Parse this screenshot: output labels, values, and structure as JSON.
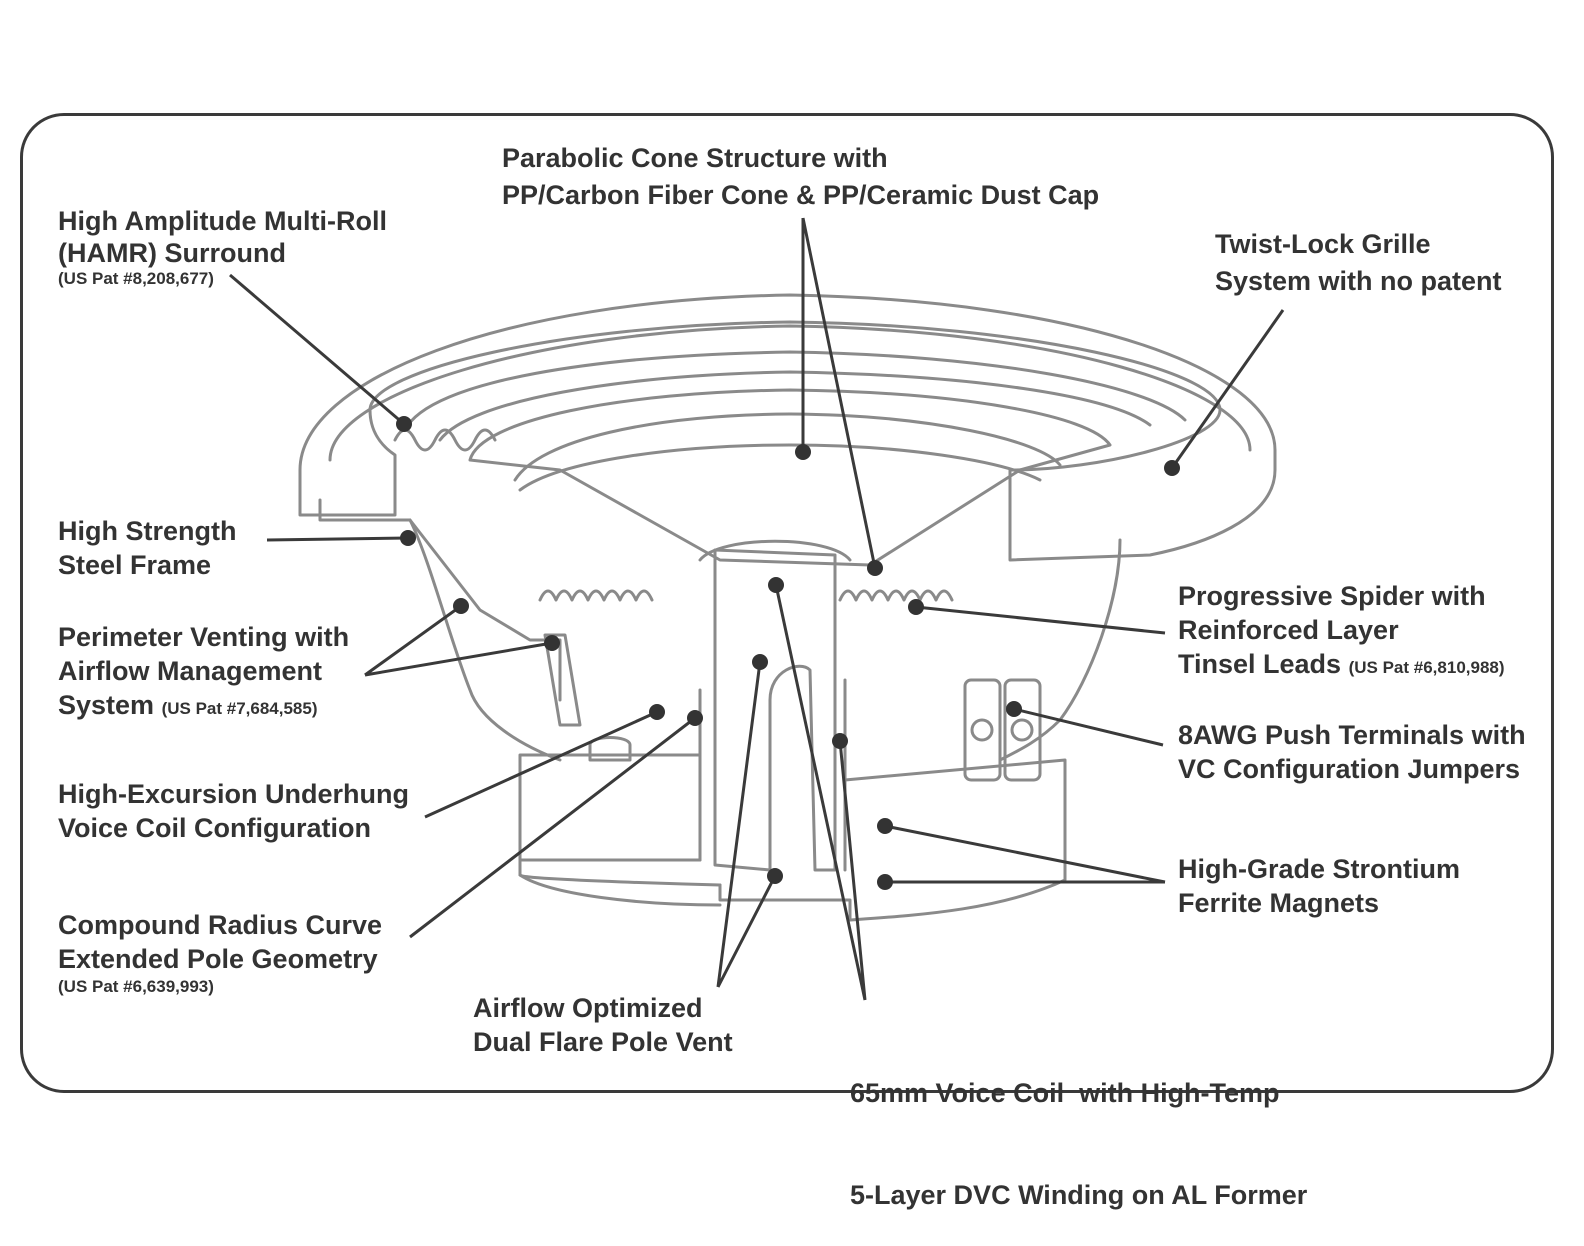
{
  "labels": {
    "cone": {
      "line1": "Parabolic Cone Structure with",
      "line2": "PP/Carbon Fiber Cone & PP/Ceramic Dust Cap"
    },
    "hamr": {
      "line1": "High Amplitude Multi-Roll",
      "line2": "(HAMR) Surround",
      "patent": "(US Pat #8,208,677)"
    },
    "grille": {
      "line1": "Twist-Lock Grille",
      "line2": "System with no patent"
    },
    "frame": {
      "line1": "High Strength",
      "line2": "Steel Frame"
    },
    "venting": {
      "line1": "Perimeter Venting with",
      "line2": "Airflow Management",
      "line3": "System",
      "patent": "(US Pat #7,684,585)"
    },
    "underhung": {
      "line1": "High-Excursion Underhung",
      "line2": "Voice Coil Configuration"
    },
    "pole": {
      "line1": "Compound Radius Curve",
      "line2": "Extended Pole Geometry",
      "patent": "(US Pat #6,639,993)"
    },
    "pole_vent": {
      "line1": "Airflow Optimized",
      "line2": "Dual Flare Pole Vent"
    },
    "voice_coil": {
      "line1": "65mm Voice Coil  with High-Temp",
      "line2": "5-Layer DVC Winding on AL Former"
    },
    "spider": {
      "line1": "Progressive Spider with",
      "line2": "Reinforced Layer",
      "line3": "Tinsel Leads",
      "patent": "(US Pat #6,810,988)"
    },
    "terminals": {
      "line1": "8AWG Push Terminals with",
      "line2": "VC Configuration Jumpers"
    },
    "magnets": {
      "line1": "High-Grade Strontium",
      "line2": "Ferrite Magnets"
    }
  },
  "colors": {
    "line": "#3a3a3a",
    "text": "#333333",
    "drawing": "#8a8a8a",
    "background": "#ffffff"
  }
}
